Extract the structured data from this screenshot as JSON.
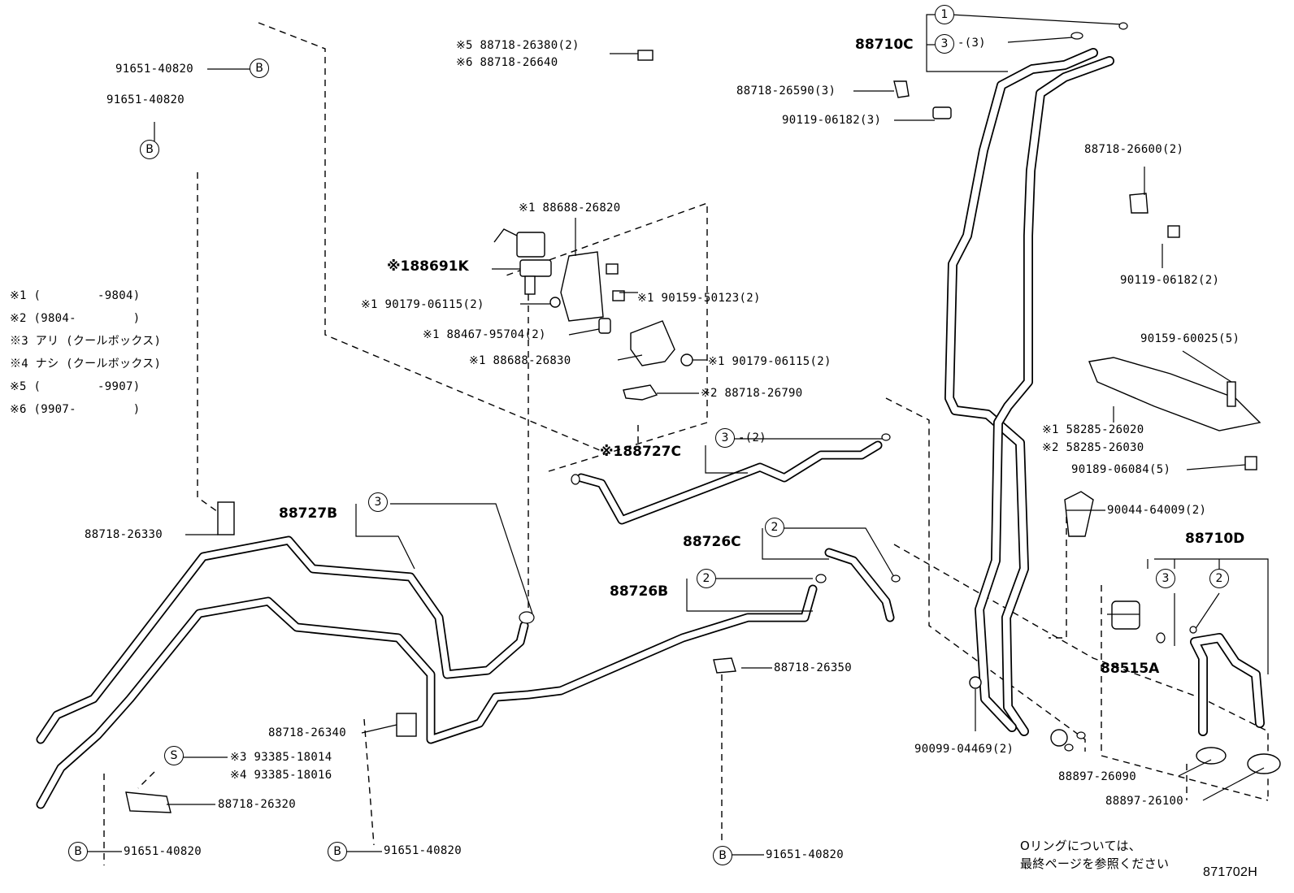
{
  "notes": [
    {
      "mark": "※1",
      "text": "(        -9804)"
    },
    {
      "mark": "※2",
      "text": "(9804-        )"
    },
    {
      "mark": "※3",
      "text": "アリ (クールボックス)"
    },
    {
      "mark": "※4",
      "text": "ナシ (クールボックス)"
    },
    {
      "mark": "※5",
      "text": "(        -9907)"
    },
    {
      "mark": "※6",
      "text": "(9907-        )"
    }
  ],
  "assemblies": {
    "a88710C": "88710C",
    "a88710D": "88710D",
    "a88727B": "88727B",
    "a88727C": "※188727C",
    "a88726C": "88726C",
    "a88726B": "88726B",
    "a88691K": "※188691K",
    "a88515A": "88515A"
  },
  "callouts": {
    "c1": "1",
    "c3a": "3",
    "c3b": "3",
    "c3c": "3",
    "c3d": "3",
    "c2a": "2",
    "c2b": "2",
    "c2c": "2",
    "s": "S",
    "b1": "B",
    "b2": "B",
    "b3": "B",
    "b4": "B",
    "b5": "B"
  },
  "qty": {
    "q1": "-(3)",
    "q2": "-(2)"
  },
  "parts": {
    "p_91651_tl": "91651-40820",
    "p_91651_l2": "91651-40820",
    "p_88718_26380": "※5 88718-26380(2)",
    "p_88718_26640": "※6 88718-26640",
    "p_88688_26820": "※1 88688-26820",
    "p_90179_06115a": "※1 90179-06115(2)",
    "p_90159_50123": "※1 90159-50123(2)",
    "p_88467_95704": "※1 88467-95704(2)",
    "p_88688_26830": "※1 88688-26830",
    "p_90179_06115b": "※1 90179-06115(2)",
    "p_88718_26790": "※2 88718-26790",
    "p_88718_26590": "88718-26590(3)",
    "p_90119_06182a": "90119-06182(3)",
    "p_88718_26600": "88718-26600(2)",
    "p_90119_06182b": "90119-06182(2)",
    "p_90159_60025": "90159-60025(5)",
    "p_58285_26020": "※1 58285-26020",
    "p_58285_26030": "※2 58285-26030",
    "p_90189_06084": "90189-06084(5)",
    "p_90044_64009": "90044-64009(2)",
    "p_88718_26330": "88718-26330",
    "p_88718_26350": "88718-26350",
    "p_88718_26340": "88718-26340",
    "p_93385_18014": "※3 93385-18014",
    "p_93385_18016": "※4 93385-18016",
    "p_88718_26320": "88718-26320",
    "p_91651_b1": "91651-40820",
    "p_91651_b2": "91651-40820",
    "p_91651_b3": "91651-40820",
    "p_90099_04469": "90099-04469(2)",
    "p_88897_26090": "88897-26090",
    "p_88897_26100": "88897-26100"
  },
  "footer": {
    "note_line1": "Oリングについては、",
    "note_line2": "最終ページを参照ください",
    "ref": "871702H"
  }
}
